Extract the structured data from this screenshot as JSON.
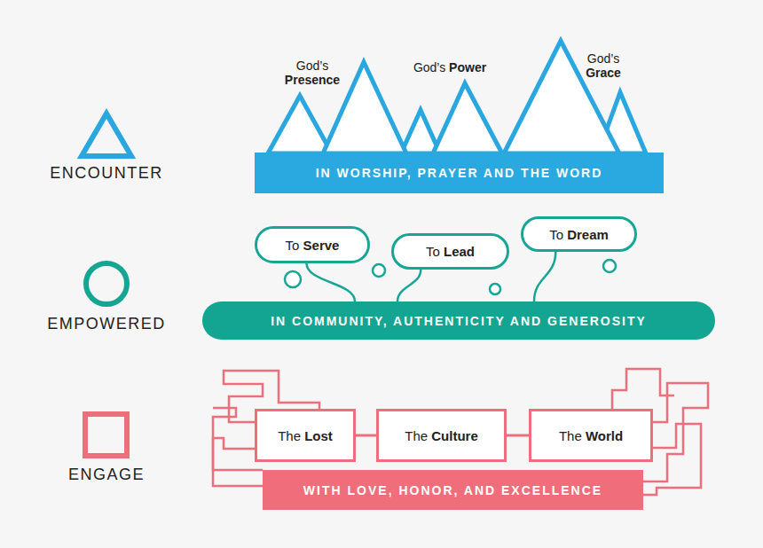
{
  "diagram": {
    "nodes": [
      {
        "text": [
          "IN WORSHIP, PRAYER AND THE WORD"
        ]
      },
      {
        "text": [
          "To Serve"
        ]
      },
      {
        "text": [
          "To Lead"
        ]
      },
      {
        "text": [
          "To Dream"
        ]
      },
      {
        "text": [
          "IN COMMUNITY, AUTHENTICITY AND GENEROSITY"
        ]
      },
      {
        "text": [
          "The Lost"
        ]
      },
      {
        "text": [
          "The Culture"
        ]
      },
      {
        "text": [
          "The World"
        ]
      },
      {
        "text": [
          "WITH LOVE, HONOR, AND EXCELLENCE"
        ]
      }
    ],
    "edges": [
      {
        "from": 1,
        "to": 4,
        "arrow": "none"
      },
      {
        "from": 2,
        "to": 4,
        "arrow": "none"
      },
      {
        "from": 3,
        "to": 4,
        "arrow": "none"
      },
      {
        "from": 5,
        "to": 6,
        "arrow": "none"
      },
      {
        "from": 6,
        "to": 7,
        "arrow": "none"
      }
    ],
    "labels": [
      "ENCOUNTER",
      "God’s Presence",
      "God’s Power",
      "God’s Grace",
      "EMPOWERED",
      "ENGAGE"
    ]
  }
}
